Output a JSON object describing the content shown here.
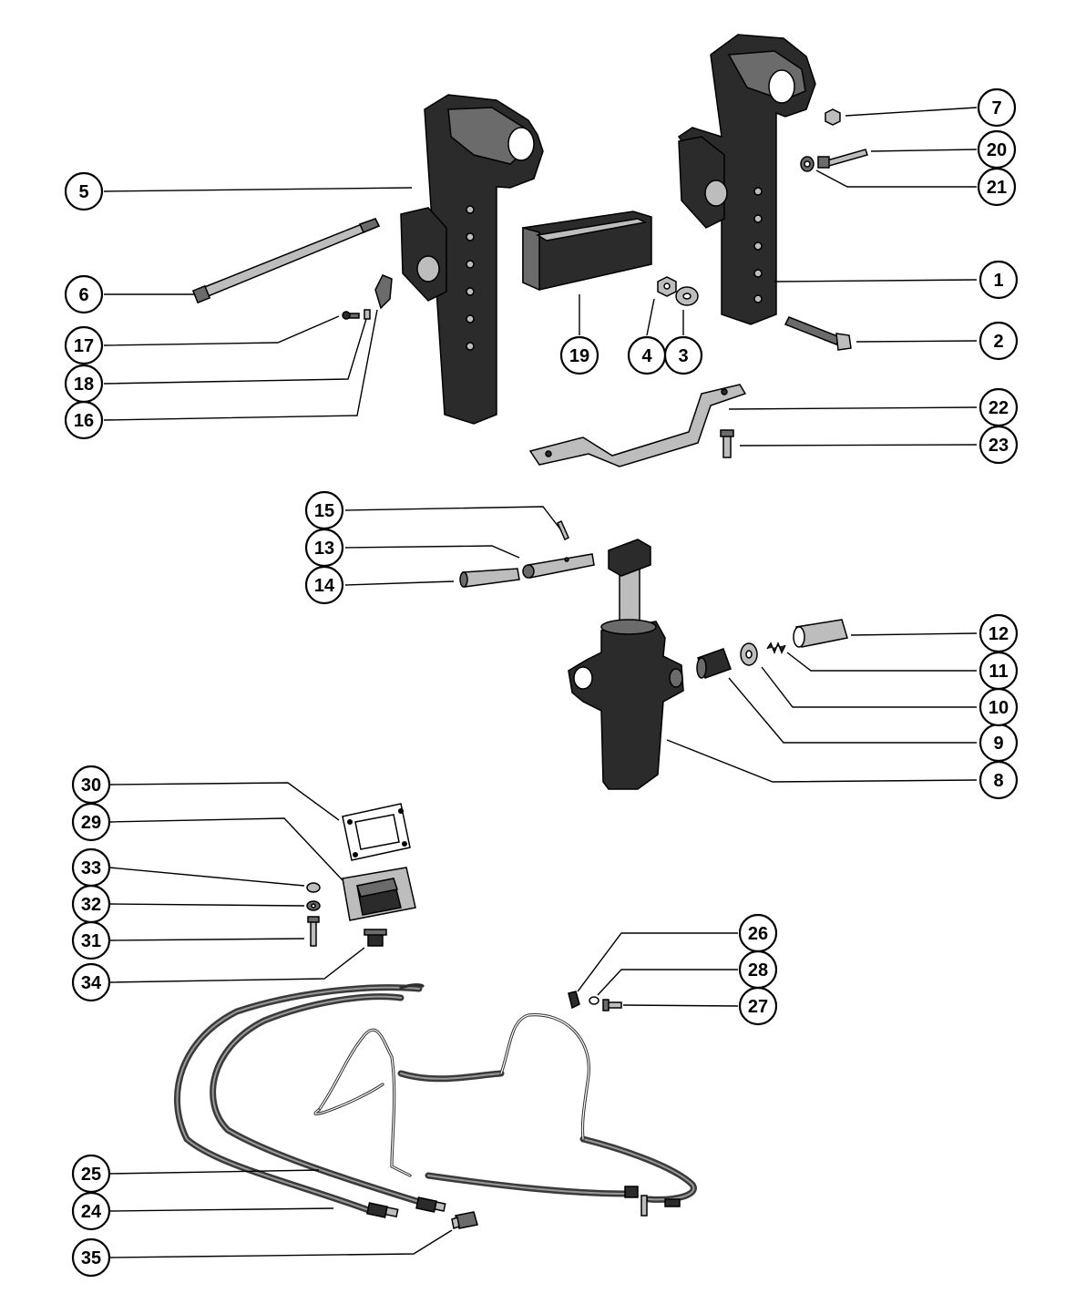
{
  "callouts": [
    {
      "id": "c1",
      "label": "1"
    },
    {
      "id": "c2",
      "label": "2"
    },
    {
      "id": "c3",
      "label": "3"
    },
    {
      "id": "c4",
      "label": "4"
    },
    {
      "id": "c5",
      "label": "5"
    },
    {
      "id": "c6",
      "label": "6"
    },
    {
      "id": "c7",
      "label": "7"
    },
    {
      "id": "c8",
      "label": "8"
    },
    {
      "id": "c9",
      "label": "9"
    },
    {
      "id": "c10",
      "label": "10"
    },
    {
      "id": "c11",
      "label": "11"
    },
    {
      "id": "c12",
      "label": "12"
    },
    {
      "id": "c13",
      "label": "13"
    },
    {
      "id": "c14",
      "label": "14"
    },
    {
      "id": "c15",
      "label": "15"
    },
    {
      "id": "c16",
      "label": "16"
    },
    {
      "id": "c17",
      "label": "17"
    },
    {
      "id": "c18",
      "label": "18"
    },
    {
      "id": "c19",
      "label": "19"
    },
    {
      "id": "c20",
      "label": "20"
    },
    {
      "id": "c21",
      "label": "21"
    },
    {
      "id": "c22",
      "label": "22"
    },
    {
      "id": "c23",
      "label": "23"
    },
    {
      "id": "c24",
      "label": "24"
    },
    {
      "id": "c25",
      "label": "25"
    },
    {
      "id": "c26",
      "label": "26"
    },
    {
      "id": "c27",
      "label": "27"
    },
    {
      "id": "c28",
      "label": "28"
    },
    {
      "id": "c29",
      "label": "29"
    },
    {
      "id": "c30",
      "label": "30"
    },
    {
      "id": "c31",
      "label": "31"
    },
    {
      "id": "c32",
      "label": "32"
    },
    {
      "id": "c33",
      "label": "33"
    },
    {
      "id": "c34",
      "label": "34"
    },
    {
      "id": "c35",
      "label": "35"
    }
  ]
}
